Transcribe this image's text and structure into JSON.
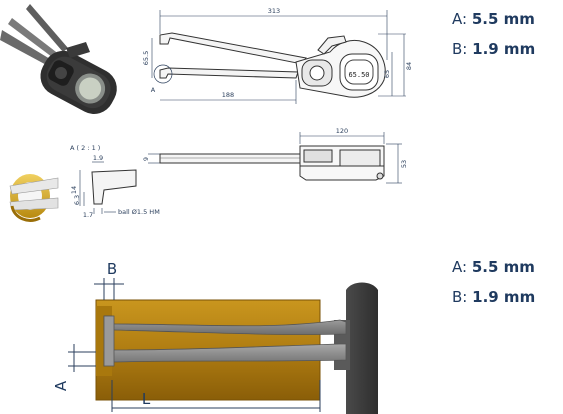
{
  "specs_top": [
    {
      "label": "A:",
      "value": "5.5 mm"
    },
    {
      "label": "B:",
      "value": "1.9 mm"
    }
  ],
  "specs_bottom": [
    {
      "label": "A:",
      "value": "5.5 mm"
    },
    {
      "label": "B:",
      "value": "1.9 mm"
    }
  ],
  "top_view": {
    "overall_length": "313",
    "reach": "188",
    "jaw_height": "65.5",
    "body_height_inner": "65",
    "body_height_outer": "84",
    "marker": "A",
    "display": "65.50"
  },
  "side_view": {
    "body_width": "120",
    "body_height": "53",
    "thickness": "9"
  },
  "detail": {
    "title": "A ( 2 : 1 )",
    "tip_width": "1.9",
    "height_14": "14",
    "height_63": "6.3",
    "depth_17": "1.7",
    "ball_note": "ball Ø1.5 HM"
  },
  "schematic": {
    "label_b": "B",
    "label_a": "A",
    "label_l": "L"
  },
  "colors": {
    "dim_blue": "#2b3f5c",
    "text_navy": "#1f3a5f",
    "workpiece": "#b8860b",
    "gauge_gray": "#8c8c8c"
  }
}
